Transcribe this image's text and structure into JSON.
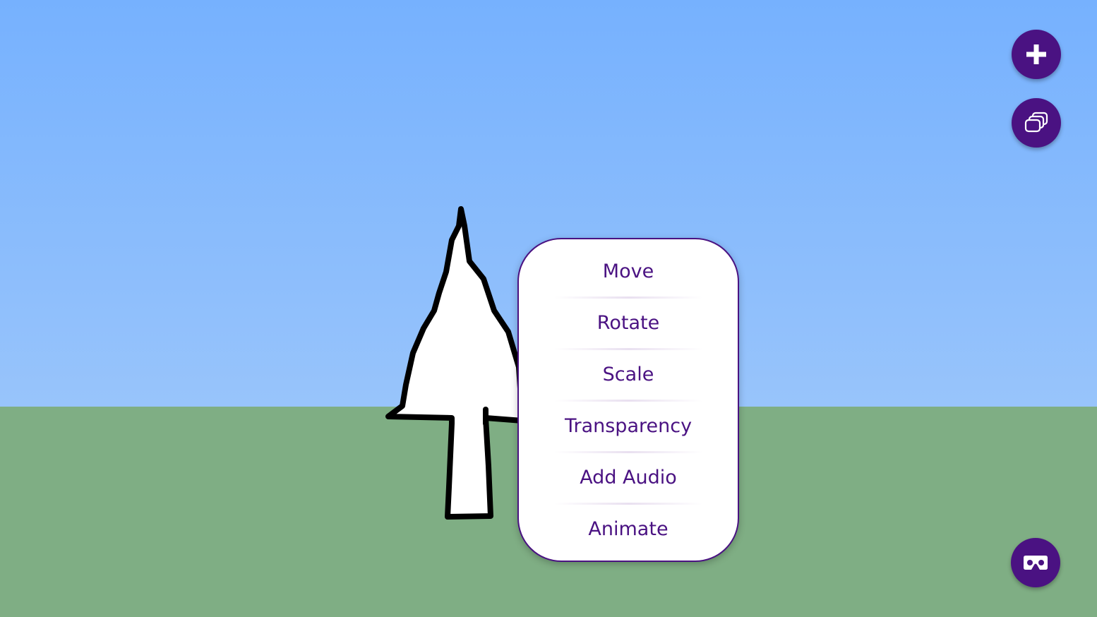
{
  "colors": {
    "accent": "#4a1282",
    "sky": "#76b1fe",
    "ground": "#7fae84"
  },
  "toolbar": {
    "add_icon": "plus-icon",
    "gallery_icon": "layers-icon",
    "vr_icon": "vr-headset-icon"
  },
  "context_menu": {
    "items": [
      {
        "label": "Move"
      },
      {
        "label": "Rotate"
      },
      {
        "label": "Scale"
      },
      {
        "label": "Transparency"
      },
      {
        "label": "Add Audio"
      },
      {
        "label": "Animate"
      }
    ]
  }
}
